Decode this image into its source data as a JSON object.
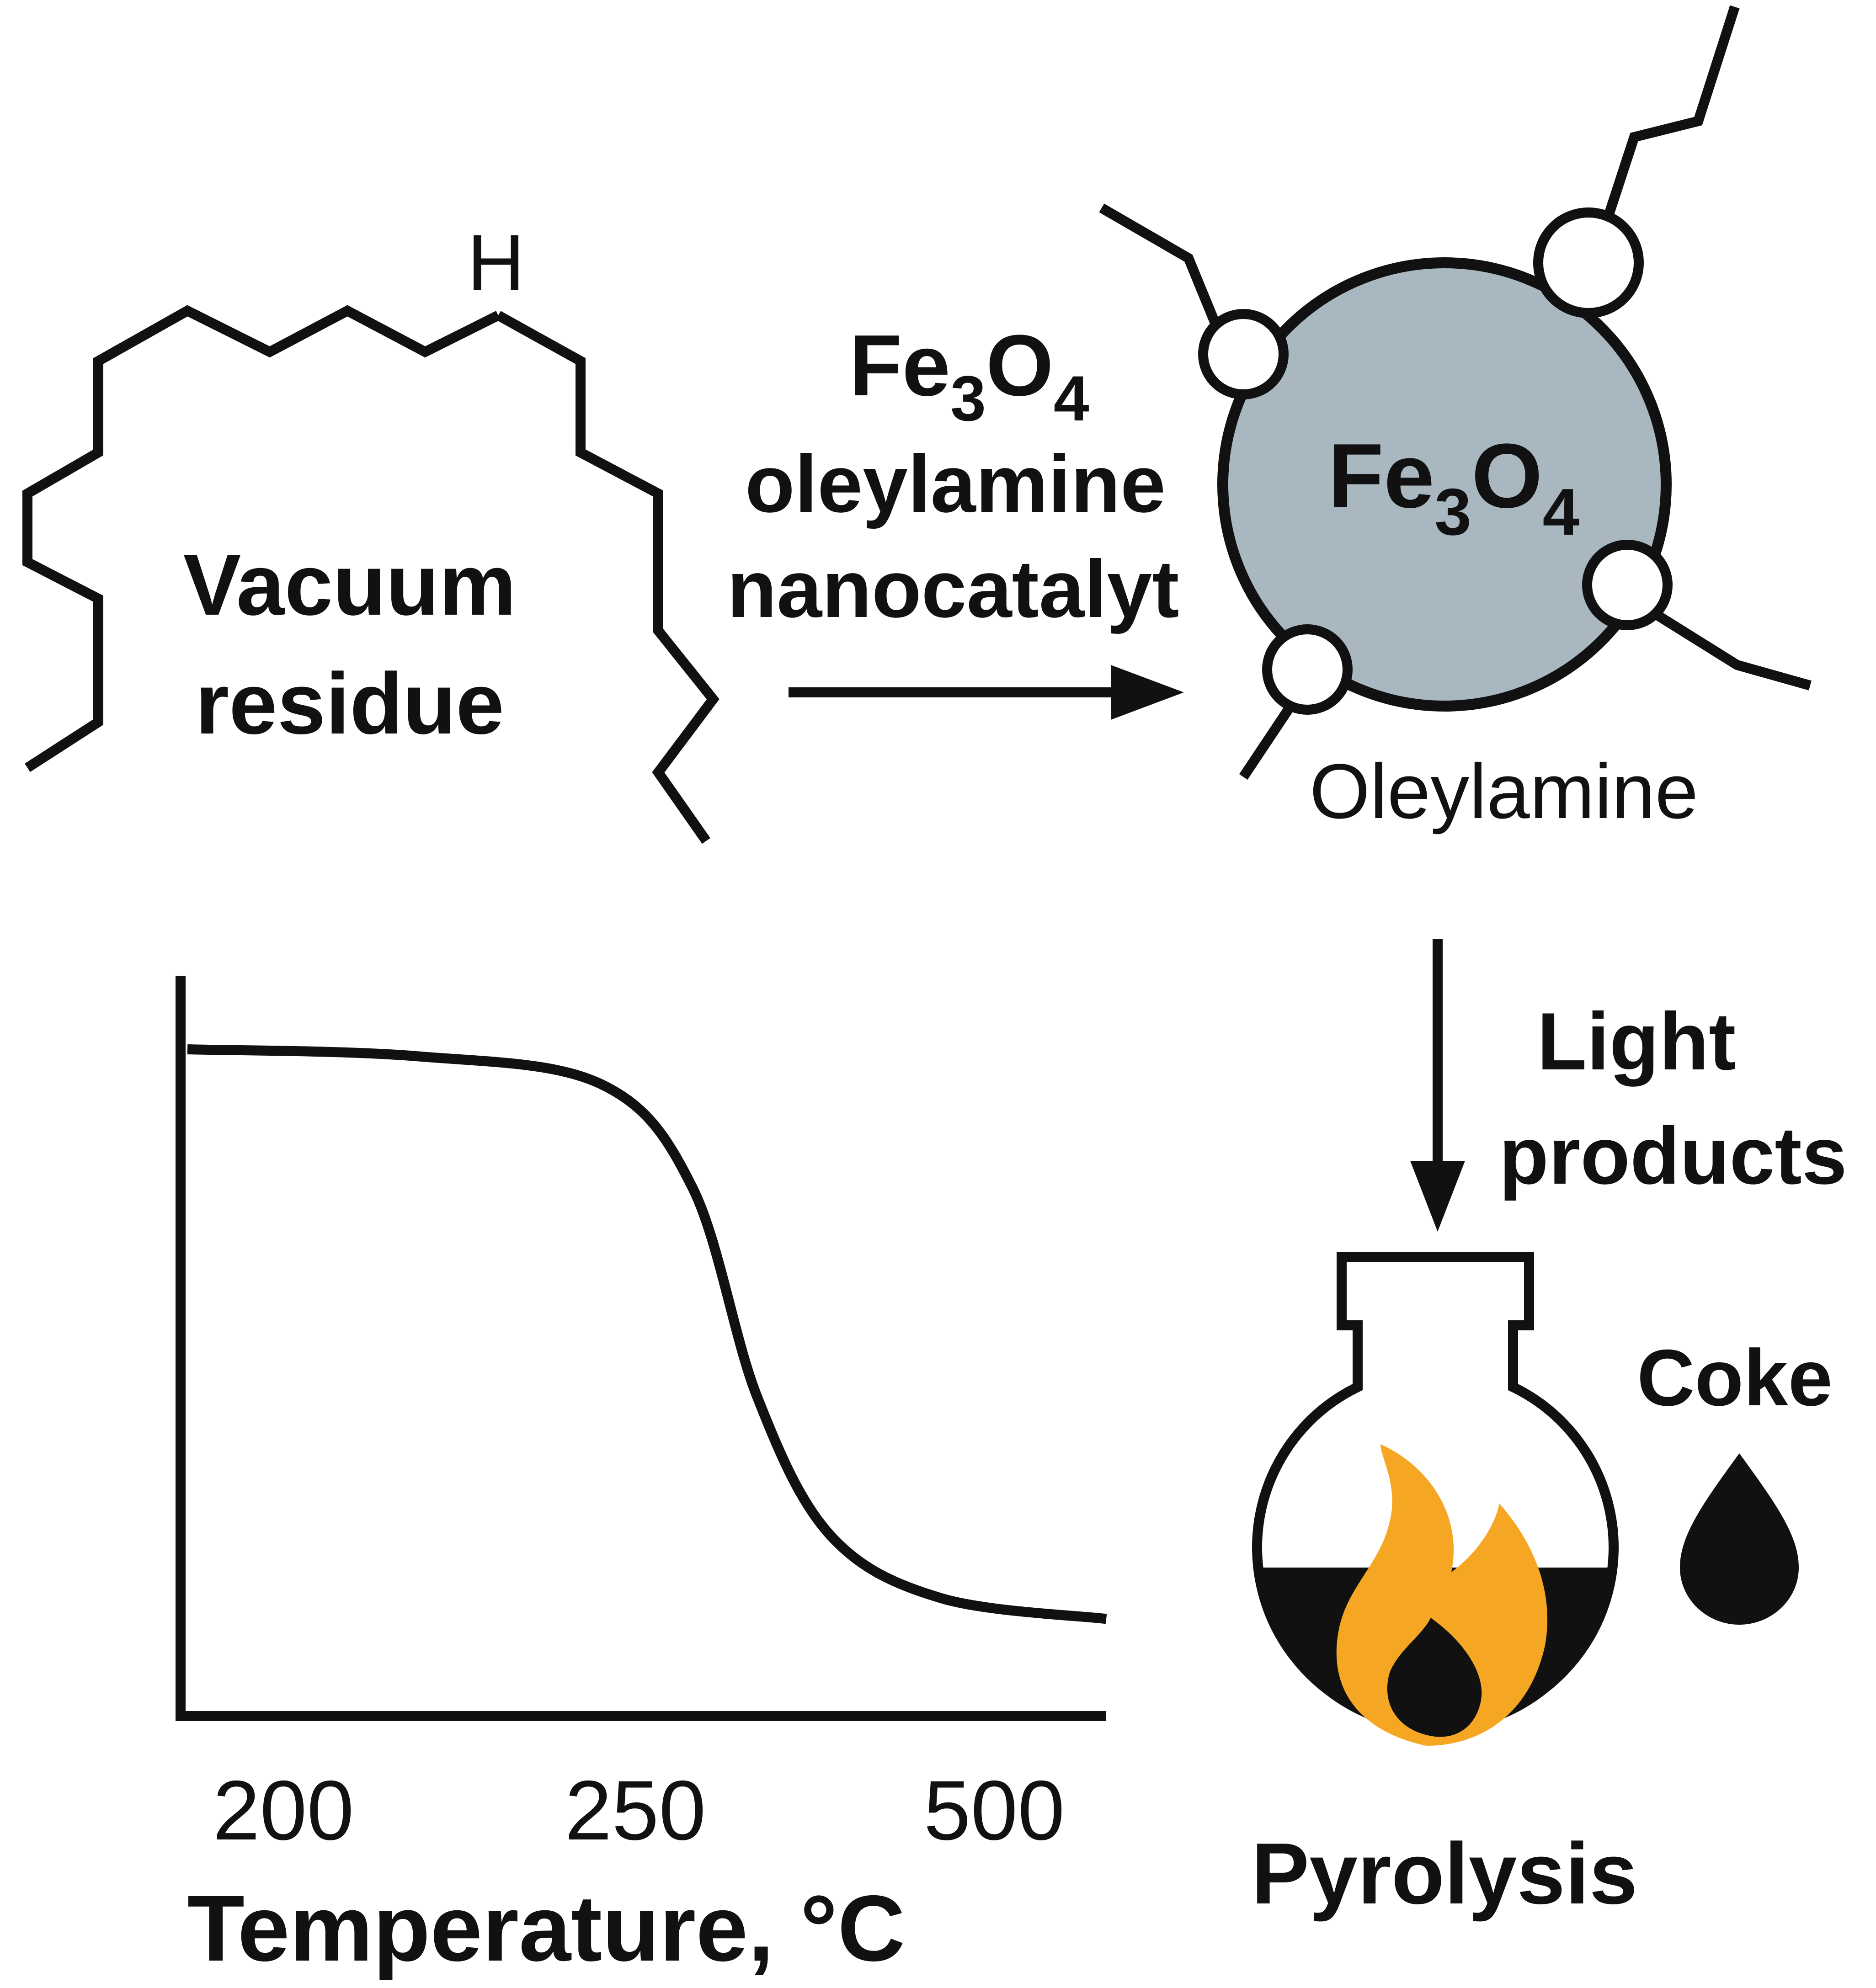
{
  "molecule": {
    "atom_label": "H",
    "name_line1": "Vacuum",
    "name_line2": "residue"
  },
  "reaction": {
    "catalyst_formula": {
      "element1": "Fe",
      "sub1": "3",
      "element2": "O",
      "sub2": "4"
    },
    "catalyst_line2": "oleylamine",
    "catalyst_line3": "nanocatalyt"
  },
  "nanoparticle": {
    "core_formula": {
      "element1": "Fe",
      "sub1": "3",
      "element2": "O",
      "sub2": "4"
    },
    "ligand_label": "Oleylamine",
    "core_color": "#A9B7C1"
  },
  "products": {
    "line1": "Light",
    "line2": "products"
  },
  "coke": {
    "label": "Coke",
    "drop_color": "#111111"
  },
  "flask": {
    "label": "Pyrolysis",
    "liquid_color": "#111111",
    "flame_color": "#F5A623"
  },
  "chart_data": {
    "type": "line",
    "xlabel": "Temperature, °C",
    "ylabel": "",
    "categories": [
      "200",
      "250",
      "500"
    ],
    "series": [
      {
        "values": [
          [
            0.0,
            0.95
          ],
          [
            0.25,
            0.94
          ],
          [
            0.45,
            0.9
          ],
          [
            0.55,
            0.75
          ],
          [
            0.62,
            0.45
          ],
          [
            0.7,
            0.25
          ],
          [
            0.82,
            0.16
          ],
          [
            1.0,
            0.13
          ]
        ]
      }
    ],
    "grid": false
  }
}
